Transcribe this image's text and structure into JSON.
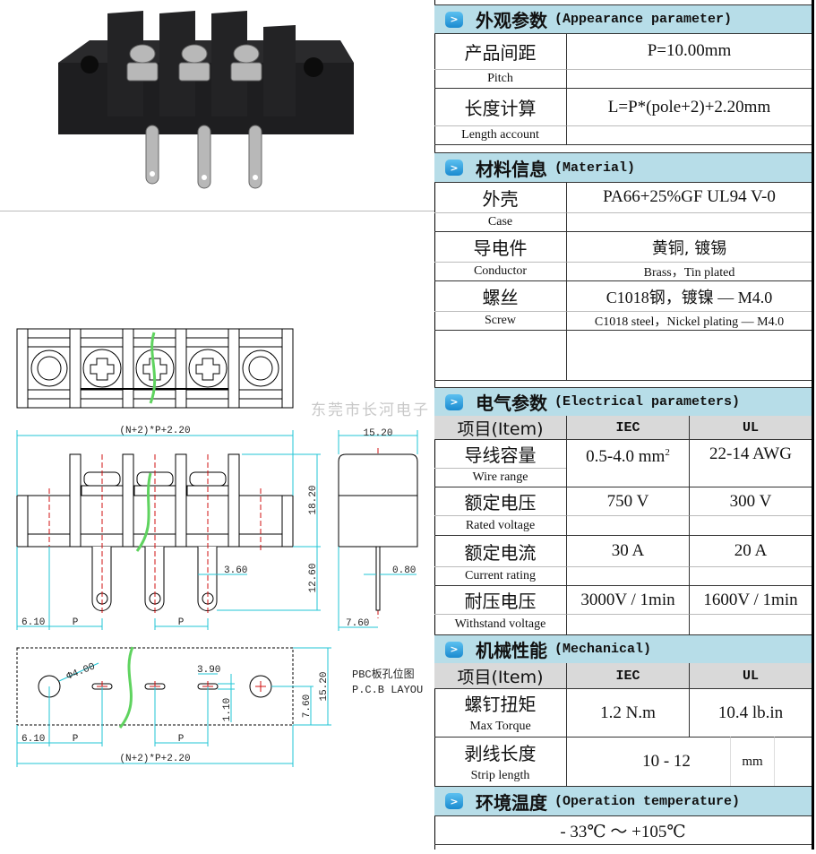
{
  "watermark": "东莞市长河电子",
  "drawing": {
    "total_length": "(N+2)*P+2.20",
    "side_width": "15.20",
    "height_body": "18.20",
    "height_pin": "12.60",
    "pin_width": "3.60",
    "pin_thickness": "0.80",
    "edge_offset": "6.10",
    "pitch": "P",
    "side_offset": "7.60",
    "hole_diameter": "Φ4.00",
    "slot_length": "3.90",
    "slot_width": "1.10",
    "pcb_half": "7.60",
    "pcb_width": "15.20",
    "pcb_label_cn": "PBC板孔位图",
    "pcb_label_en": "P.C.B LAYOU"
  },
  "sections": {
    "appearance": {
      "cn": "外观参数",
      "en": "(Appearance parameter)"
    },
    "material": {
      "cn": "材料信息",
      "en": "(Material)"
    },
    "electrical": {
      "cn": "电气参数",
      "en": "(Electrical parameters)"
    },
    "mechanical": {
      "cn": "机械性能",
      "en": "(Mechanical)"
    },
    "temperature": {
      "cn": "环境温度",
      "en": "(Operation temperature)"
    }
  },
  "appearance": [
    {
      "cn": "产品间距",
      "en": "Pitch",
      "value": "P=10.00mm"
    },
    {
      "cn": "长度计算",
      "en": "Length account",
      "value": "L=P*(pole+2)+2.20mm"
    }
  ],
  "material": [
    {
      "cn": "外壳",
      "en": "Case",
      "value": "PA66+25%GF UL94 V-0",
      "value_en": ""
    },
    {
      "cn": "导电件",
      "en": "Conductor",
      "value": "黄铜, 镀锡",
      "value_en": "Brass，Tin plated"
    },
    {
      "cn": "螺丝",
      "en": "Screw",
      "value": "C1018钢，镀镍 — M4.0",
      "value_en": "C1018 steel，Nickel plating — M4.0"
    }
  ],
  "columns": {
    "item": "项目(Item)",
    "iec": "IEC",
    "ul": "UL"
  },
  "electrical": [
    {
      "cn": "导线容量",
      "en": "Wire range",
      "iec": "0.5-4.0 mm",
      "iec_sup": "2",
      "ul": "22-14  AWG"
    },
    {
      "cn": "额定电压",
      "en": "Rated voltage",
      "iec": "750 V",
      "ul": "300 V"
    },
    {
      "cn": "额定电流",
      "en": "Current rating",
      "iec": "30  A",
      "ul": "20  A"
    },
    {
      "cn": "耐压电压",
      "en": "Withstand voltage",
      "iec": "3000V / 1min",
      "ul": "1600V / 1min"
    }
  ],
  "mechanical": [
    {
      "cn": "螺钉扭矩",
      "en": "Max Torque",
      "iec": "1.2  N.m",
      "ul": "10.4 lb.in"
    },
    {
      "cn": "剥线长度",
      "en": "Strip length",
      "value": "10  -  12",
      "unit": "mm"
    }
  ],
  "temperature": {
    "value": "- 33℃  ～  +105℃"
  },
  "colors": {
    "header_bg": "#b7dde8",
    "dim_line": "#22c6d6",
    "center_line": "#d01010",
    "wave": "#5fd35f"
  }
}
